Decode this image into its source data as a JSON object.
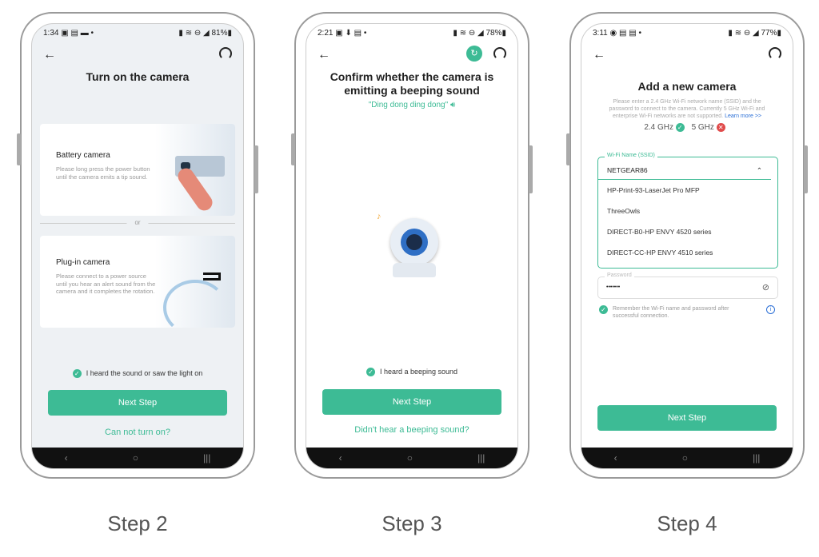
{
  "colors": {
    "accent": "#3dbb95",
    "error": "#e04b4b",
    "link": "#2b6fd6"
  },
  "steps": [
    {
      "label": "Step 2",
      "status": {
        "time": "1:34",
        "icons": "▣ ▤ ▬ •",
        "right": "▮ ≋ ⊖ ◢ 81%▮"
      },
      "title": "Turn on the camera",
      "battery": {
        "title": "Battery camera",
        "desc": "Please long press the power button until the camera emits a tip sound."
      },
      "divider": "or",
      "plugin": {
        "title": "Plug-in camera",
        "desc": "Please connect to a power source until you hear an alert sound from the camera and it completes the rotation."
      },
      "check": "I heard the sound or saw the light on",
      "next": "Next Step",
      "link": "Can not turn on?"
    },
    {
      "label": "Step 3",
      "status": {
        "time": "2:21",
        "icons": "▣ ⬇ ▤ •",
        "right": "▮ ≋ ⊖ ◢ 78%▮"
      },
      "title": "Confirm whether the camera is emitting a beeping sound",
      "subtitle": "\"Ding dong ding dong\"",
      "check": "I heard a beeping sound",
      "next": "Next Step",
      "link": "Didn't hear a beeping sound?"
    },
    {
      "label": "Step 4",
      "status": {
        "time": "3:11",
        "icons": "◉ ▤ ▤ •",
        "right": "▮ ≋ ⊖ ◢ 77%▮"
      },
      "title": "Add a new camera",
      "desc": "Please enter a 2.4 GHz Wi-Fi network name (SSID) and the password to connect to the camera. Currently 5 GHz Wi-Fi and enterprise Wi-Fi networks are not supported.",
      "learn_more": "Learn more >>",
      "band_ok": "2.4 GHz",
      "band_bad": "5 GHz",
      "ssid_label": "Wi-Fi Name (SSID)",
      "ssid_value": "NETGEAR86",
      "ssid_options": [
        "HP-Print-93-LaserJet Pro MFP",
        "ThreeOwls",
        "DIRECT-B0-HP ENVY 4520 series",
        "DIRECT-CC-HP ENVY 4510 series"
      ],
      "password_label": "Password",
      "password_value": "•••••••",
      "remember": "Remember the Wi-Fi name and password after successful connection.",
      "next": "Next Step"
    }
  ],
  "nav": {
    "back": "‹",
    "home": "○",
    "recents": "|||"
  }
}
